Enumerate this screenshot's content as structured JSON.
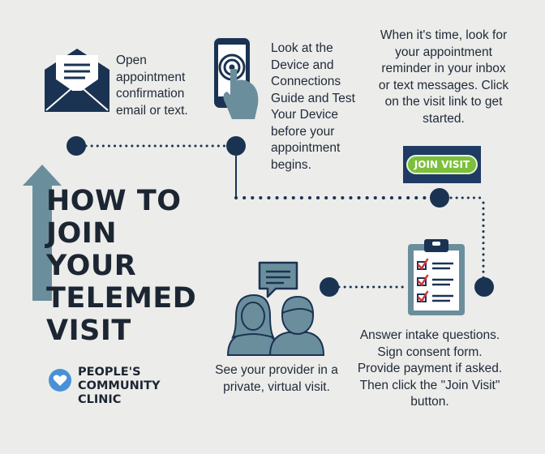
{
  "title": {
    "lines": [
      "HOW TO",
      "JOIN",
      "YOUR",
      "TELEMED",
      "VISIT"
    ]
  },
  "steps": {
    "email": "Open appointment confirmation email or text.",
    "device": "Look at the Device and Connections Guide and Test Your Device before your appointment begins.",
    "reminder": "When it's time, look for your appointment reminder in your inbox or text messages. Click on the visit link to get started.",
    "intake": "Answer intake questions. Sign consent form. Provide payment if asked. Then click the \"Join Visit\" button.",
    "provider": "See your provider in a private, virtual visit."
  },
  "join_button": {
    "label": "JOIN VISIT"
  },
  "brand": {
    "lines": [
      "PEOPLE'S",
      "COMMUNITY",
      "CLINIC"
    ]
  },
  "colors": {
    "navy": "#1b3352",
    "slate_teal": "#6b8e9c",
    "accent_red": "#d2343a",
    "button_green": "#7bbf3b",
    "heart_blue": "#4a90d9"
  },
  "icons": [
    "envelope-icon",
    "tap-phone-icon",
    "join-visit-button",
    "checklist-icon",
    "chat-bubble-icon",
    "people-icon",
    "heart-icon",
    "up-arrow-icon"
  ]
}
